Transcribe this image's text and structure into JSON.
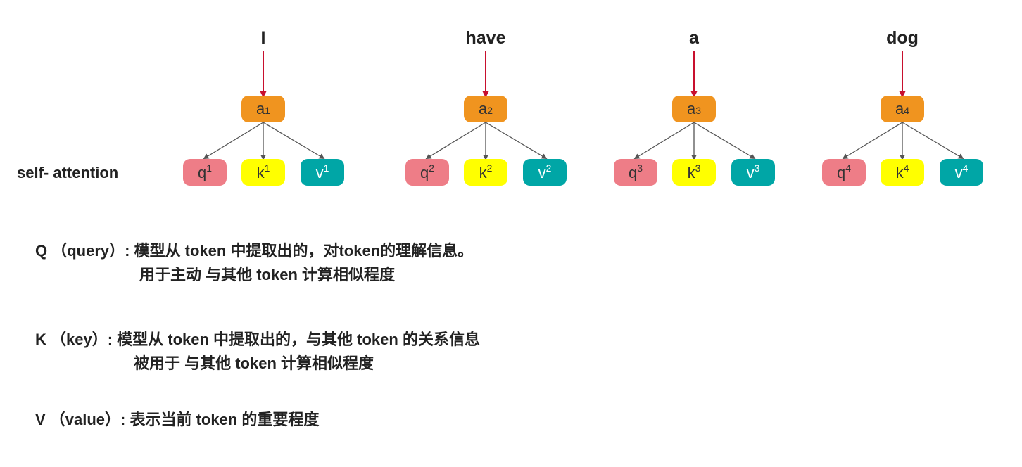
{
  "diagram": {
    "tokens": [
      {
        "word": "I",
        "a": "a",
        "a_sub": "1",
        "q": "q",
        "k": "k",
        "v": "v",
        "sup": "1"
      },
      {
        "word": "have",
        "a": "a",
        "a_sub": "2",
        "q": "q",
        "k": "k",
        "v": "v",
        "sup": "2"
      },
      {
        "word": "a",
        "a": "a",
        "a_sub": "3",
        "q": "q",
        "k": "k",
        "v": "v",
        "sup": "3"
      },
      {
        "word": "dog",
        "a": "a",
        "a_sub": "4",
        "q": "q",
        "k": "k",
        "v": "v",
        "sup": "4"
      }
    ],
    "row_label": "self- attention",
    "colors": {
      "arrow_input": "#c8102e",
      "arrow_branch": "#555555",
      "a_box": "#f0941f",
      "q_box": "#ee7d87",
      "k_box": "#ffff00",
      "v_box": "#00a6a6"
    }
  },
  "descriptions": {
    "q_line1": "Q （query）: 模型从 token 中提取出的，对token的理解信息。",
    "q_line2": "用于主动 与其他 token 计算相似程度",
    "k_line1": "K （key）: 模型从 token 中提取出的，与其他 token 的关系信息",
    "k_line2": "被用于 与其他 token 计算相似程度",
    "v_line1": "V （value）: 表示当前 token 的重要程度"
  }
}
